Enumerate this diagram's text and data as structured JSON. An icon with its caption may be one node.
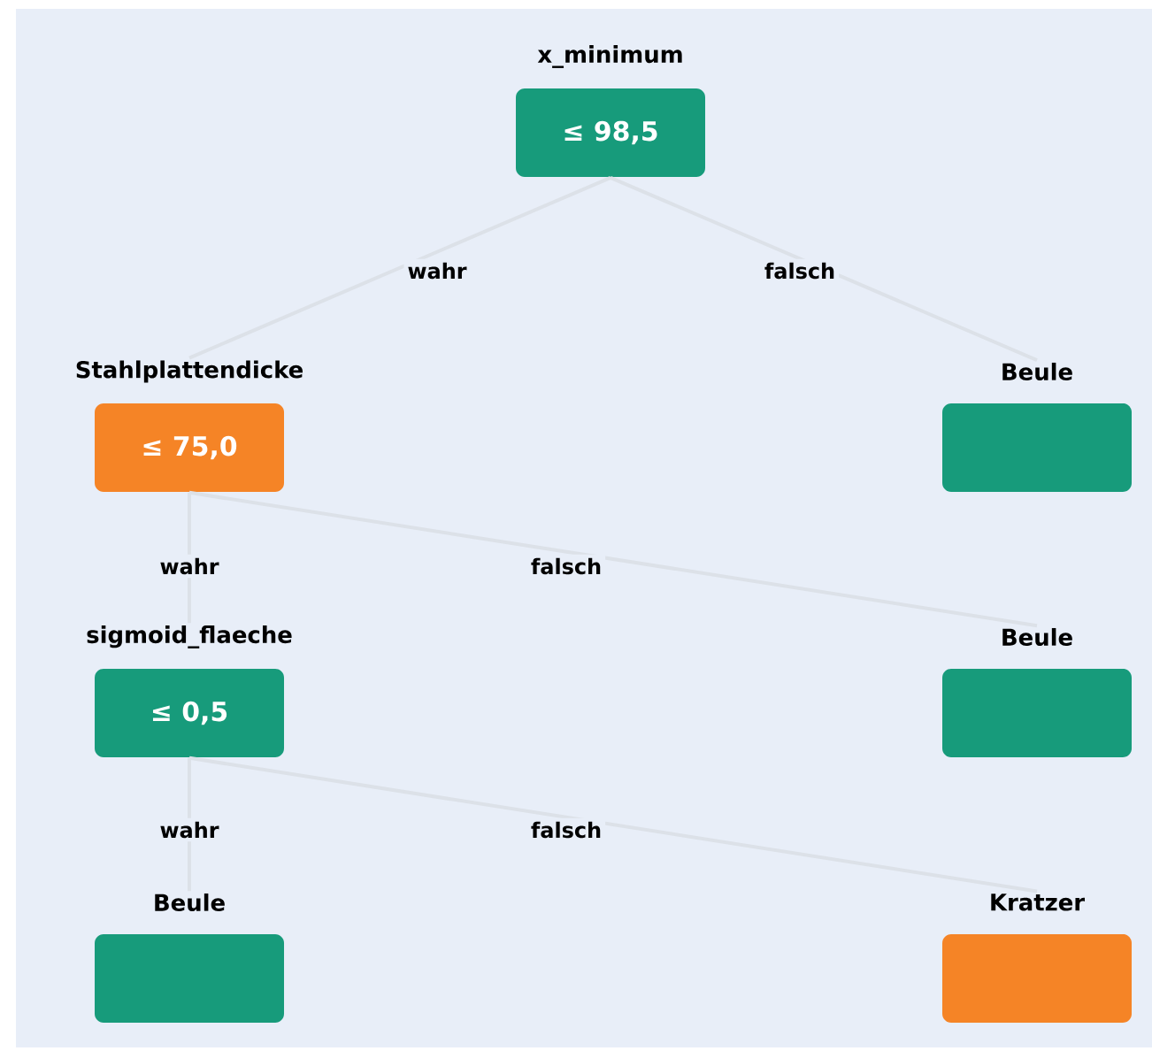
{
  "diagram": {
    "nodes": [
      {
        "text": [
          "x_minimum",
          "≤ 98,5"
        ]
      },
      {
        "text": [
          "Stahlplattendicke",
          "≤ 75,0"
        ]
      },
      {
        "text": [
          "Beule"
        ]
      },
      {
        "text": [
          "sigmoid_flaeche",
          "≤ 0,5"
        ]
      },
      {
        "text": [
          "Beule"
        ]
      },
      {
        "text": [
          "Beule"
        ]
      },
      {
        "text": [
          "Kratzer"
        ]
      }
    ],
    "edges": [
      {
        "from": 0,
        "to": 1,
        "arrow": "none",
        "label": "wahr"
      },
      {
        "from": 0,
        "to": 2,
        "arrow": "none",
        "label": "falsch"
      },
      {
        "from": 1,
        "to": 3,
        "arrow": "none",
        "label": "wahr"
      },
      {
        "from": 1,
        "to": 4,
        "arrow": "none",
        "label": "falsch"
      },
      {
        "from": 3,
        "to": 5,
        "arrow": "none",
        "label": "wahr"
      },
      {
        "from": 3,
        "to": 6,
        "arrow": "none",
        "label": "falsch"
      }
    ]
  }
}
